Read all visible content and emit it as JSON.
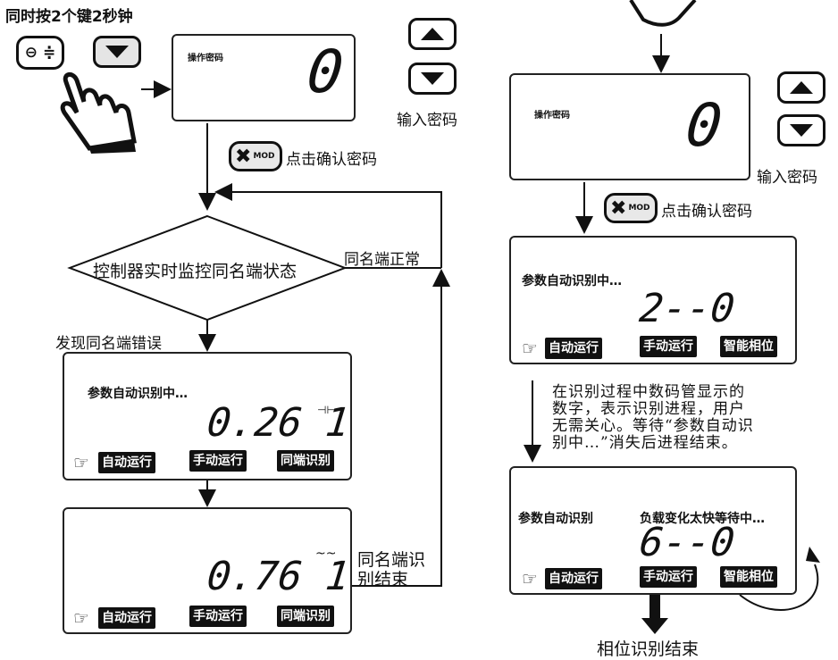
{
  "left": {
    "press_instruction": "同时按2个键2秒钟",
    "password_label": "操作密码",
    "password_digit": "0",
    "input_password": "输入密码",
    "click_confirm": "点击确认密码",
    "mod_label": "MOD",
    "monitor_text": "控制器实时监控同名端状态",
    "normal_label": "同名端正常",
    "error_label": "发现同名端错误",
    "identifying_title": "参数自动识别中…",
    "reading1": "0.26 1",
    "reading2": "0.76 1",
    "tags": [
      "自动运行",
      "手动运行",
      "同端识别"
    ],
    "end_label_line1": "同名端识",
    "end_label_line2": "别结束"
  },
  "right": {
    "password_label": "操作密码",
    "password_digit": "0",
    "input_password": "输入密码",
    "click_confirm": "点击确认密码",
    "mod_label": "MOD",
    "identifying_title": "参数自动识别中…",
    "progress_reading": "2--0",
    "tags": [
      "自动运行",
      "手动运行",
      "智能相位"
    ],
    "note_lines": [
      "在识别过程中数码管显示的",
      "数字，表示识别进程，用户",
      "无需关心。等待“参数自动识",
      "别中…”消失后进程结束。"
    ],
    "box3_title": "参数自动识别",
    "box3_wait": "负载变化太快等待中…",
    "box3_reading": "6--0",
    "final_label": "相位识别结束"
  }
}
